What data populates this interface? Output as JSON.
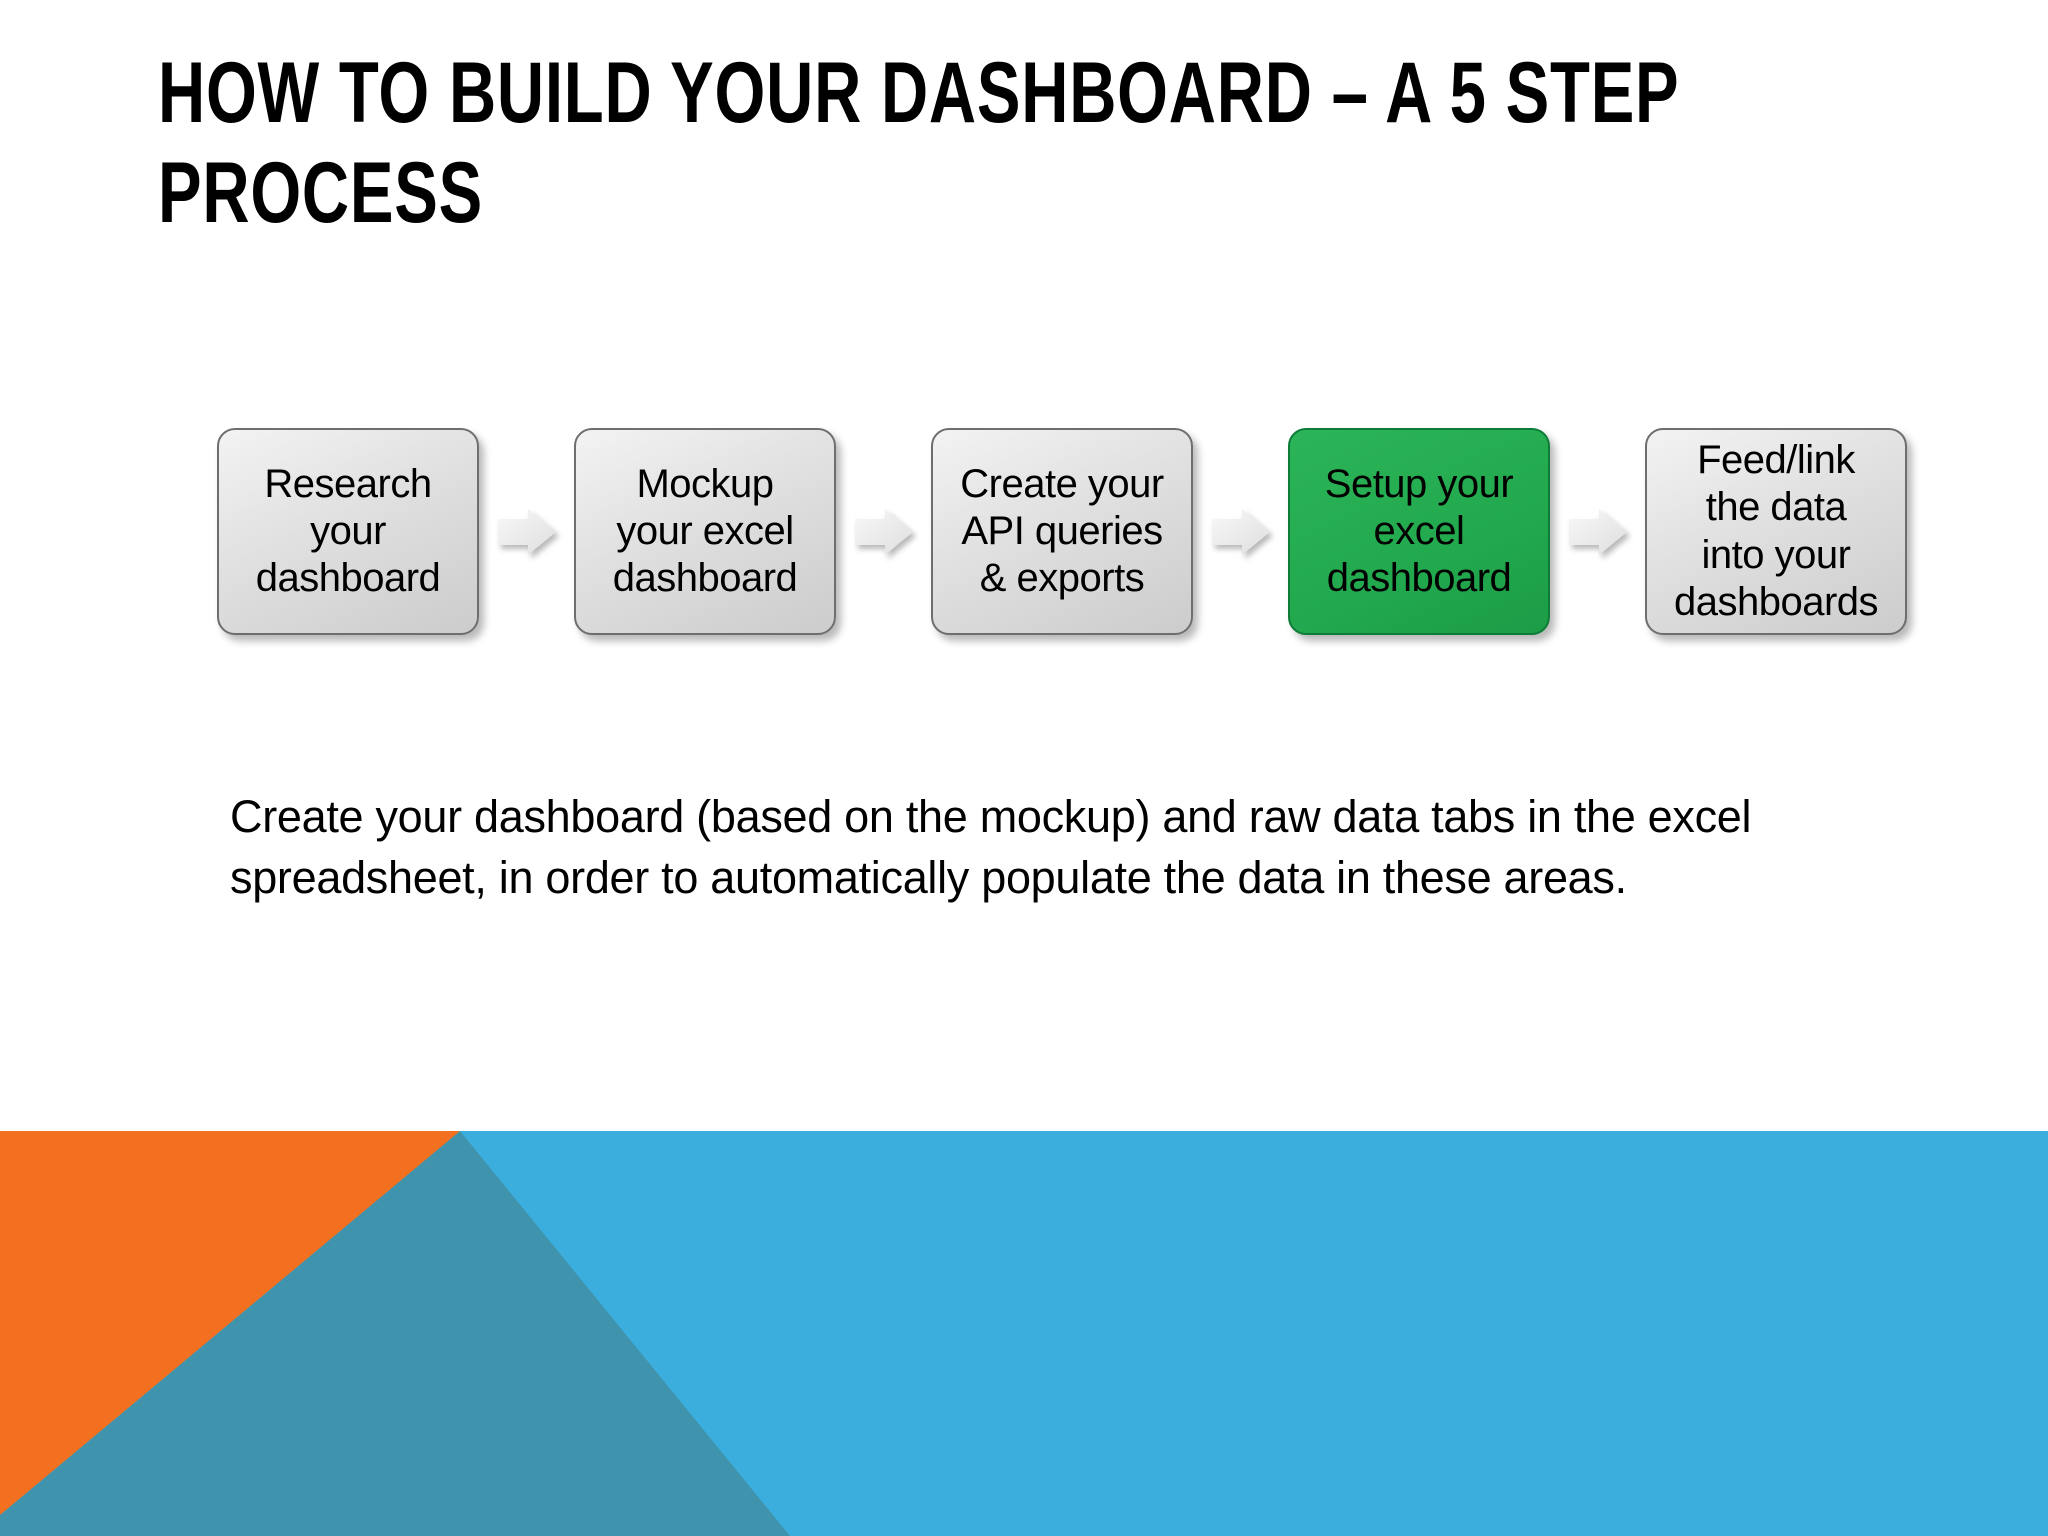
{
  "slide": {
    "title": {
      "line1": "HOW TO BUILD YOUR DASHBOARD – A 5 STEP",
      "line2": "PROCESS"
    },
    "process": {
      "steps": [
        {
          "label": "Research\nyour\ndashboard",
          "highlighted": false
        },
        {
          "label": "Mockup\nyour excel\ndashboard",
          "highlighted": false
        },
        {
          "label": "Create your\nAPI queries\n& exports",
          "highlighted": false
        },
        {
          "label": "Setup your\nexcel\ndashboard",
          "highlighted": true
        },
        {
          "label": "Feed/link\nthe data\ninto your\ndashboards",
          "highlighted": false
        }
      ],
      "connector_icon": "arrow-right"
    },
    "body_text": "Create your dashboard (based on the mockup) and raw data tabs in the excel spreadsheet, in order to automatically populate the data in these areas.",
    "colors": {
      "highlight_green": "#22a94e",
      "highlight_green_light": "#2cb458",
      "box_gray": "#dedede",
      "arrow_gray": "#ededed",
      "accent_orange": "#f2701f",
      "accent_blue": "#3baede",
      "accent_teal": "#4093ac",
      "background": "#ffffff",
      "text": "#000000"
    }
  }
}
